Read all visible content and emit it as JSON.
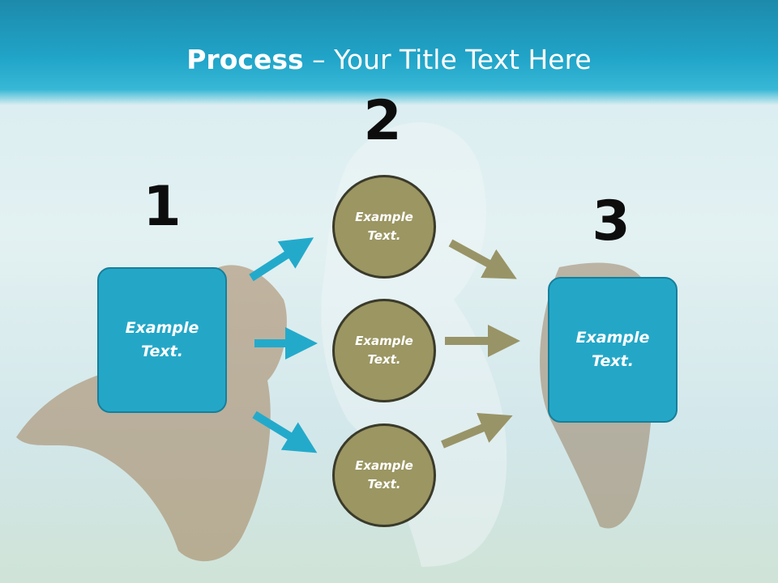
{
  "slide": {
    "title_strong": "Process",
    "title_rest": " – Your Title Text Here"
  },
  "steps": [
    {
      "number": "1"
    },
    {
      "number": "2"
    },
    {
      "number": "3"
    }
  ],
  "boxes": [
    {
      "text": "Example\nText."
    },
    {
      "text": "Example\nText."
    }
  ],
  "circles": [
    {
      "text": "Example\nText."
    },
    {
      "text": "Example\nText."
    },
    {
      "text": "Example\nText."
    }
  ],
  "colors": {
    "header": "#20a4c8",
    "box_fill": "#24a7c7",
    "circle_fill": "#9b9662",
    "arrow_blue": "#23aacb",
    "arrow_olive": "#999467"
  }
}
